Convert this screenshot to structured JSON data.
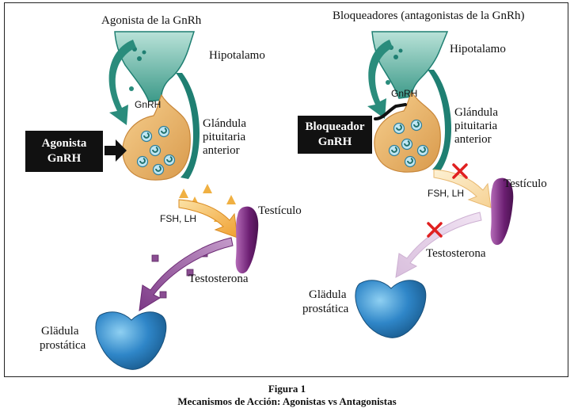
{
  "left_panel": {
    "title": "Agonista de la GnRh",
    "hypothalamus": "Hipotalamo",
    "gnrh": "GnRH",
    "pituitary_lines": [
      "Glándula",
      "pituitaria",
      "anterior"
    ],
    "agent_lines": [
      "Agonista",
      "GnRH"
    ],
    "hormones": "FSH, LH",
    "testis": "Testículo",
    "testosterone": "Testosterona",
    "prostate_lines": [
      "Glädula",
      "prostática"
    ]
  },
  "right_panel": {
    "title": "Bloqueadores (antagonistas de la GnRh)",
    "hypothalamus": "Hipotalamo",
    "gnrh": "GnRH",
    "pituitary_lines": [
      "Glándula",
      "pituitaria",
      "anterior"
    ],
    "agent_lines": [
      "Bloqueador",
      "GnRH"
    ],
    "hormones": "FSH, LH",
    "testis": "Testículo",
    "testosterone": "Testosterona",
    "prostate_lines": [
      "Glädula",
      "prostática"
    ]
  },
  "caption": {
    "figure": "Figura 1",
    "subtitle": "Mecanismos de Acción: Agonistas vs Antagonistas"
  },
  "colors": {
    "hypothalamus": "#1f7f72",
    "hypothalamus_light": "#7cc6b8",
    "pituitary": "#e9b06a",
    "gnrh_arrow": "#2a8c7c",
    "hormone_arrow": "#f2a93b",
    "testis": "#7a2a7e",
    "testosterone_arrow": "#8a4d92",
    "prostate": "#2f86c8",
    "block_mark": "#e02020"
  },
  "icons": {
    "block": "red-x-icon",
    "input": "black-arrow-icon"
  }
}
